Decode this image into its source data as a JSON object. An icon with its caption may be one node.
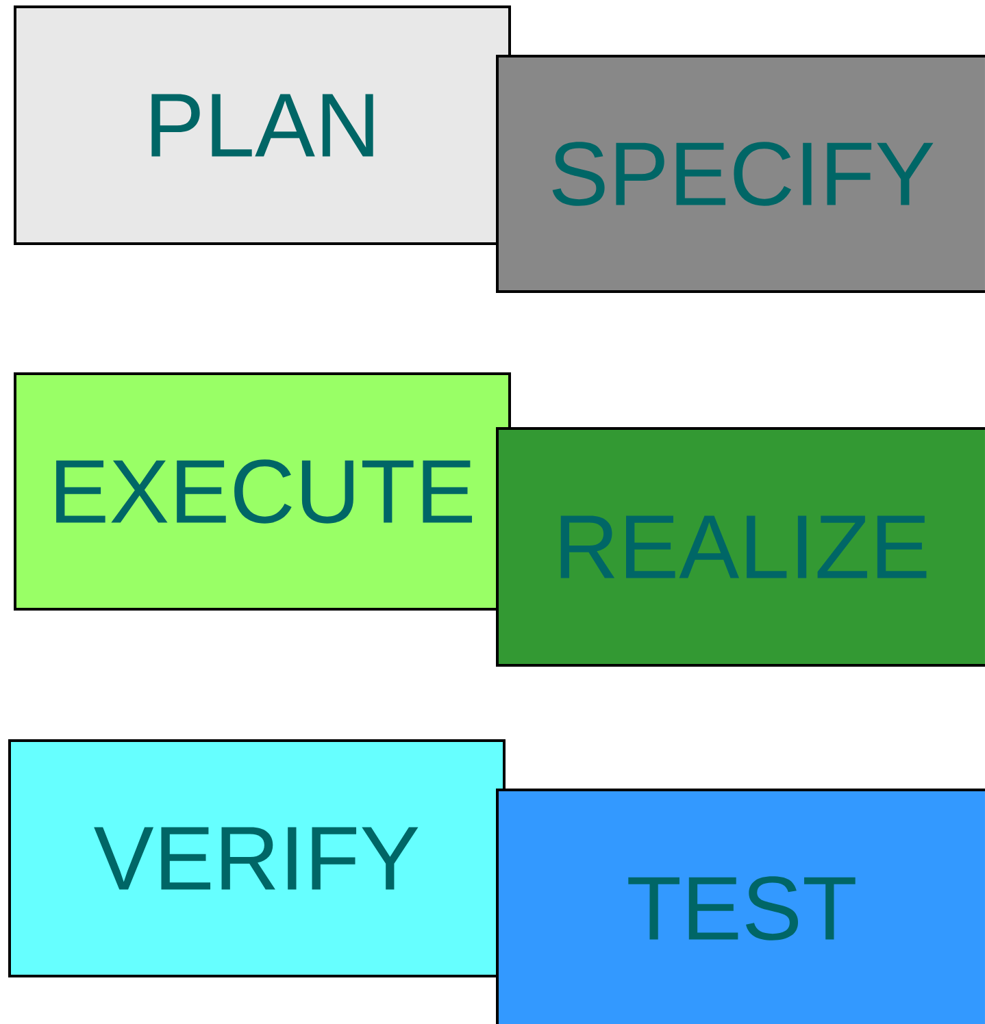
{
  "diagram": {
    "nodes": [
      {
        "text": [
          "PLAN"
        ]
      },
      {
        "text": [
          "SPECIFY"
        ]
      },
      {
        "text": [
          "EXECUTE"
        ]
      },
      {
        "text": [
          "REALIZE"
        ]
      },
      {
        "text": [
          "VERIFY"
        ]
      },
      {
        "text": [
          "TEST"
        ]
      }
    ]
  }
}
